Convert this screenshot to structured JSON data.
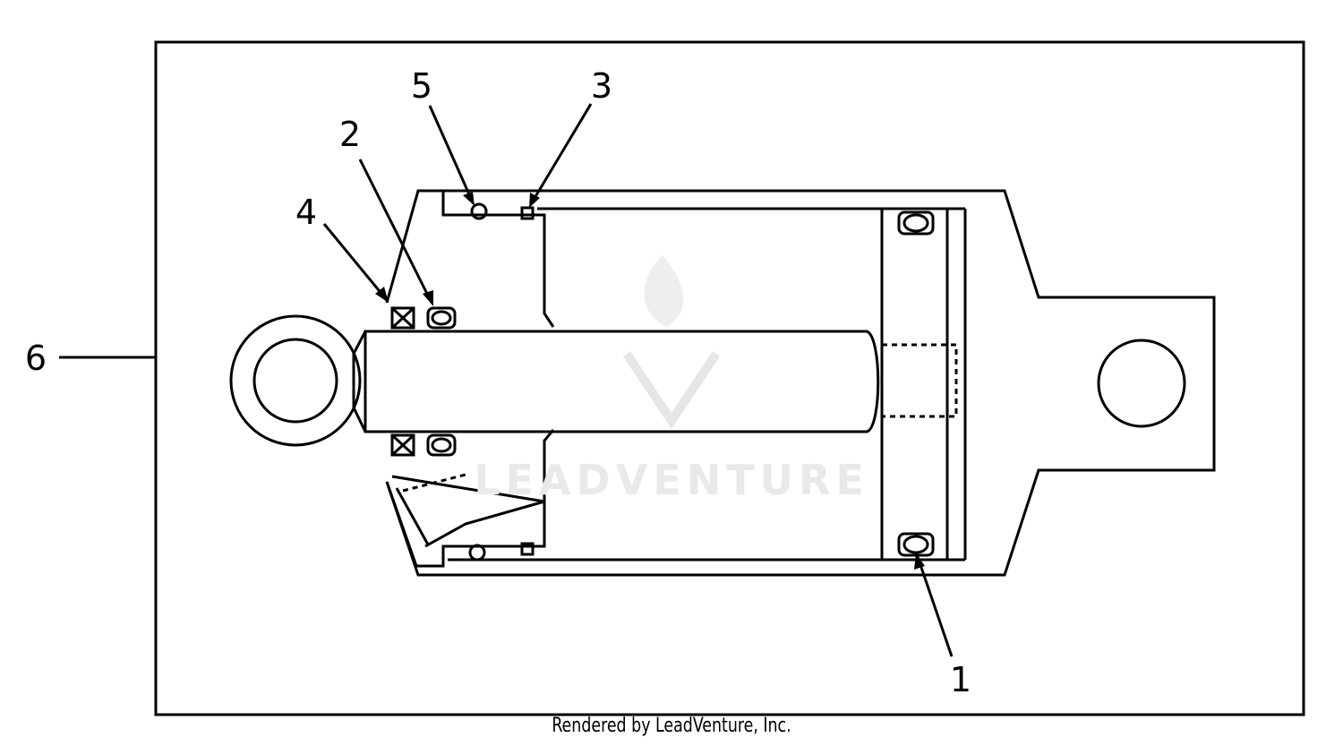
{
  "callouts": [
    {
      "id": "1",
      "text": "1"
    },
    {
      "id": "2",
      "text": "2"
    },
    {
      "id": "3",
      "text": "3"
    },
    {
      "id": "4",
      "text": "4"
    },
    {
      "id": "5",
      "text": "5"
    },
    {
      "id": "6",
      "text": "6"
    }
  ],
  "watermark": {
    "text": "LEADVENTURE"
  },
  "footer": {
    "credit": "Rendered by LeadVenture, Inc."
  },
  "colors": {
    "line": "#000000",
    "watermark": "#e9e9e9",
    "background": "#ffffff"
  }
}
